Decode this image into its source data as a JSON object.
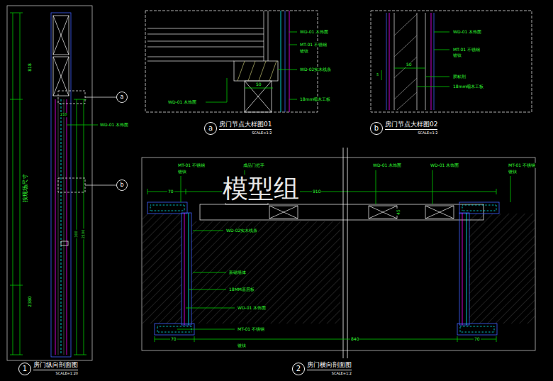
{
  "diagram": {
    "nodes": [
      {
        "text": [
          "a"
        ]
      },
      {
        "text": [
          "a",
          "房门节点大样图01",
          "SCALE=1:2"
        ]
      },
      {
        "text": [
          "b",
          "房门节点大样图02",
          "SCALE=1:2"
        ]
      },
      {
        "text": [
          "b"
        ]
      },
      {
        "text": [
          "1",
          "房门纵向剖面图",
          "SCALE=1:20"
        ]
      },
      {
        "text": [
          "2",
          "房门横向剖面图",
          "SCALE=1:2"
        ]
      }
    ],
    "labels": [
      "818",
      "按现场尺寸",
      "2380",
      "210",
      "WD-01 木饰面",
      "300",
      "2100",
      "WD-01 木饰面",
      "MT-01 不锈钢",
      "镀钛",
      "WD-02实木线条",
      "50",
      "18mm细木工板",
      "WD-01 木饰面",
      "WD-01 木饰面",
      "MT-01 不锈钢",
      "镀钛",
      "50",
      "5",
      "胶粘剂",
      "18mm细木工板",
      "MT-01 不锈钢",
      "镀钛",
      "成品门把手",
      "WD-01 木饰面",
      "WD-01 木饰面",
      "MT-01 不锈钢",
      "镀钛",
      "70",
      "910",
      "45",
      "WD-02实木线条",
      "新砌墙体",
      "18MM基层板",
      "WD-01 木饰面",
      "MT-01 不锈钢",
      "镀钛",
      "70",
      "840",
      "70",
      "模型组"
    ]
  }
}
